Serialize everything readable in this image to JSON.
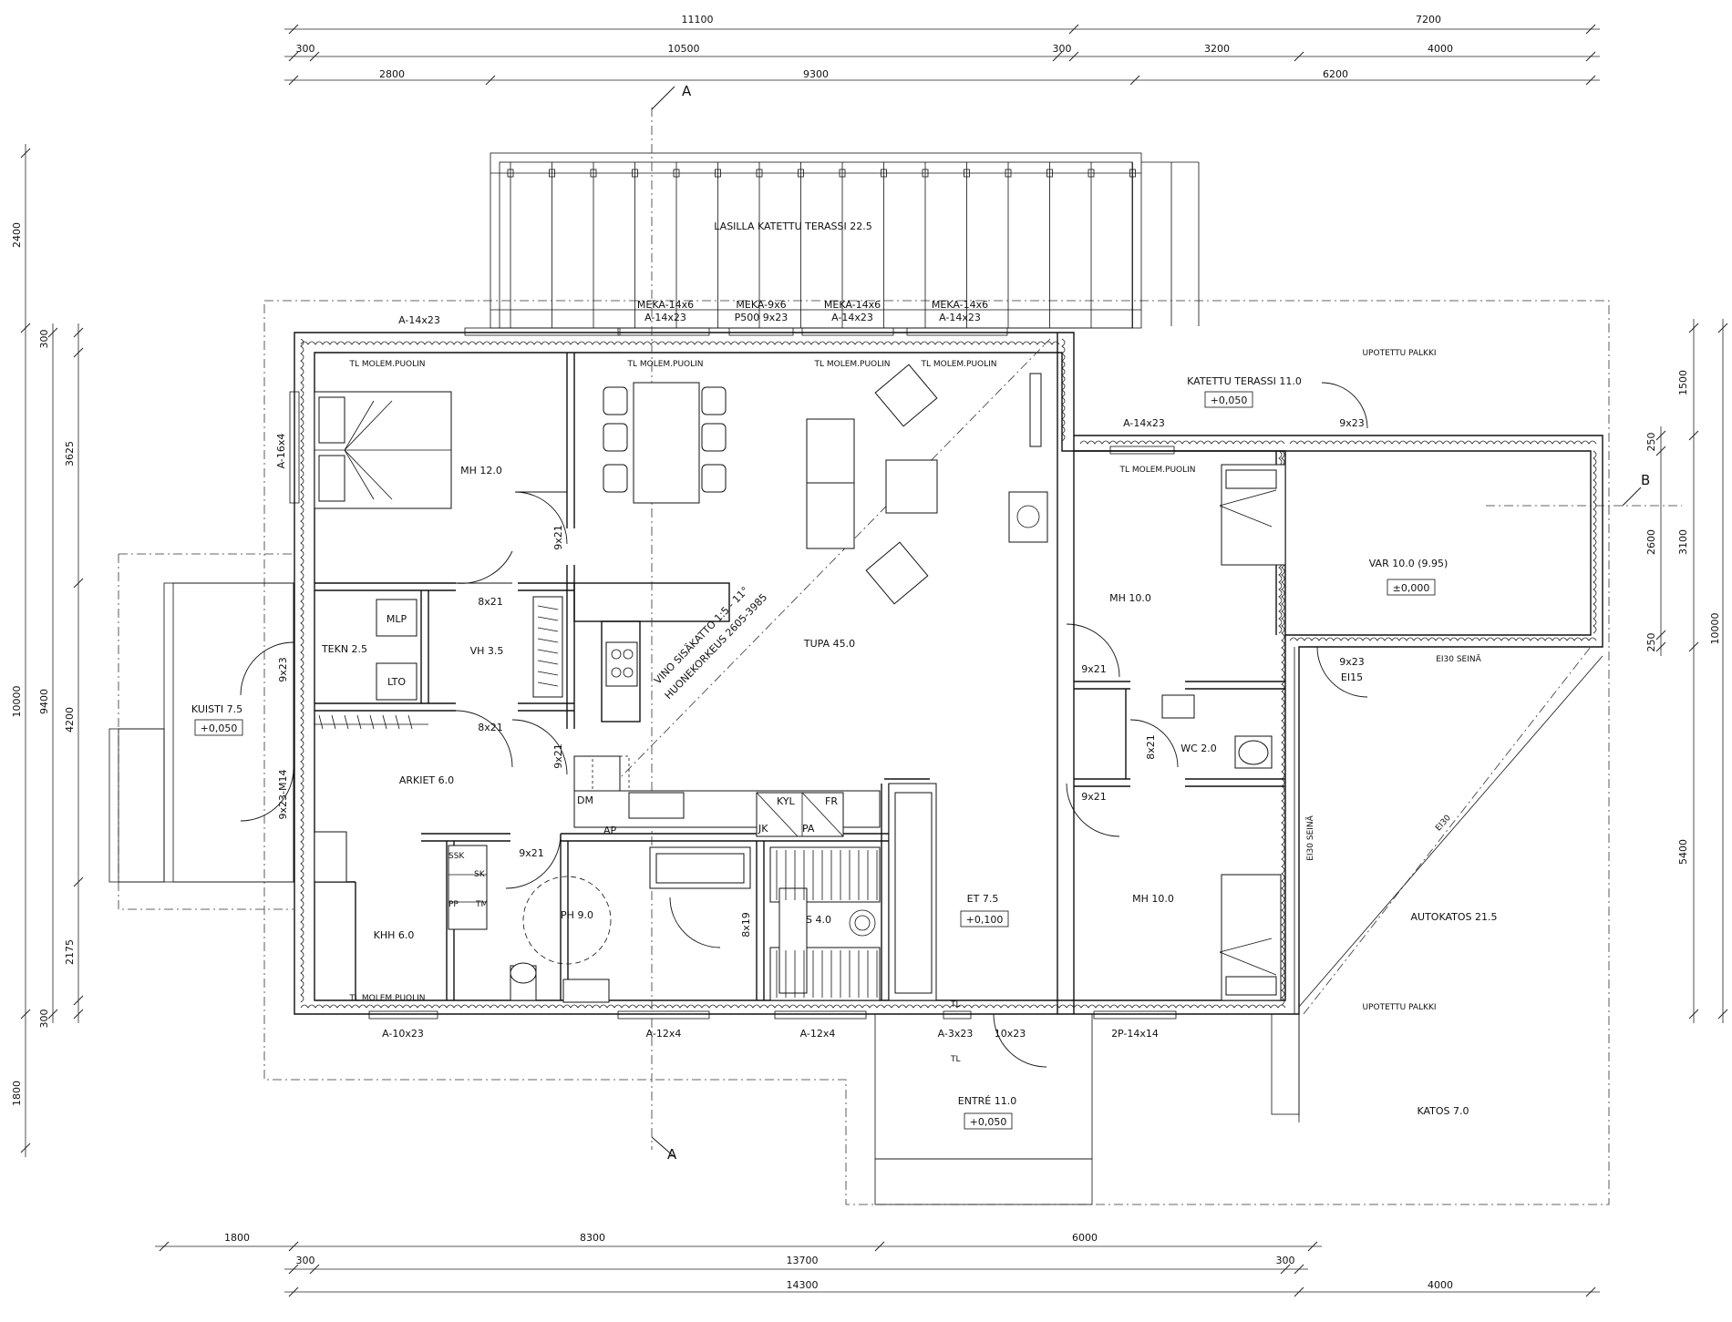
{
  "dimensions": {
    "top_row1": [
      "11100",
      "7200"
    ],
    "top_row2": [
      "300",
      "10500",
      "300",
      "3200",
      "4000"
    ],
    "top_row3": [
      "2800",
      "9300",
      "6200"
    ],
    "bottom_row1": [
      "1800",
      "8300",
      "6000"
    ],
    "bottom_row2": [
      "300",
      "13700",
      "300"
    ],
    "bottom_row3": [
      "14300",
      "4000"
    ],
    "left_outer": [
      "2400",
      "10000",
      "1800"
    ],
    "left_mid": [
      "9400"
    ],
    "left_inner": [
      "300",
      "3625",
      "4200",
      "2175",
      "300"
    ],
    "right_outer": [
      "10000"
    ],
    "right_inner": [
      "1500",
      "3100",
      "5400"
    ],
    "right_small": [
      "250",
      "2600",
      "250"
    ]
  },
  "section_markers": {
    "a_top": "A",
    "a_bottom": "A",
    "b_right": "B"
  },
  "rooms": {
    "terrace_glass": "LASILLA KATETTU TERASSI 22.5",
    "covered_terrace": "KATETTU TERASSI 11.0",
    "covered_terrace_level": "+0,050",
    "mh12": "MH 12.0",
    "tupa": "TUPA 45.0",
    "vh": "VH 3.5",
    "tekn": "TEKN 2.5",
    "kuisti": "KUISTI 7.5",
    "kuisti_level": "+0,050",
    "arkiet": "ARKIET 6.0",
    "khh": "KHH 6.0",
    "ph": "PH 9.0",
    "sauna": "S 4.0",
    "et": "ET 7.5",
    "et_level": "+0,100",
    "mh10_top": "MH 10.0",
    "mh10_bottom": "MH 10.0",
    "wc": "WC 2.0",
    "var": "VAR 10.0 (9.95)",
    "var_level": "±0,000",
    "autokatos": "AUTOKATOS 21.5",
    "entre": "ENTRÉ 11.0",
    "entre_level": "+0,050",
    "katos": "KATOS 7.0"
  },
  "equipment": {
    "mlp": "MLP",
    "lto": "LTO",
    "dm": "DM",
    "ap": "AP",
    "jk": "JK",
    "pa": "PA",
    "kyl": "KYL",
    "fr": "FR",
    "ssk": "SSK",
    "sk": "SK",
    "pp": "PP",
    "tm": "TM"
  },
  "labels": {
    "tl_1": "TL MOLEM.PUOLIN",
    "tl_2": "TL MOLEM.PUOLIN",
    "tl_3": "TL MOLEM.PUOLIN",
    "tl_4": "TL MOLEM.PUOLIN",
    "tl_5": "TL MOLEM.PUOLIN",
    "tl_6": "TL MOLEM.PUOLIN",
    "upotettu_top": "UPOTETTU PALKKI",
    "upotettu_bottom": "UPOTETTU PALKKI",
    "ei30_seina_h": "EI30 SEINÄ",
    "ei30_seina_v": "EI30 SEINÄ",
    "ei30": "EI30",
    "vino_line1": "VINO SISÄKATTO 1:5 - 11°",
    "vino_line2": "HUONEKORKEUS 2605-3985",
    "tl_small_a": "TL",
    "tl_small_b": "TL"
  },
  "windows": {
    "w_a14x23": "A-14x23",
    "w_meka1_a": "MEKA-14x6",
    "w_meka1_b": "A-14x23",
    "w_meka2_a": "MEKA-9x6",
    "w_meka2_b": "P500 9x23",
    "w_meka3_a": "MEKA-14x6",
    "w_meka3_b": "A-14x23",
    "w_meka4_a": "MEKA-14x6",
    "w_meka4_b": "A-14x23",
    "w_a16x4": "A-16x4",
    "w_a14x23_b": "A-14x23",
    "w_a10x23": "A-10x23",
    "w_a12x4_a": "A-12x4",
    "w_a12x4_b": "A-12x4",
    "w_a3x23": "A-3x23",
    "w_2p14x14": "2P-14x14"
  },
  "doors": {
    "d_9x21_a": "9x21",
    "d_8x21_a": "8x21",
    "d_8x21_b": "8x21",
    "d_9x21_b": "9x21",
    "d_9x21_c": "9x21",
    "d_9x23_a": "9x23",
    "d_9x23m14": "9x23-M14",
    "d_8x19": "8x19",
    "d_9x21_d": "9x21",
    "d_8x21_c": "8x21",
    "d_9x21_e": "9x21",
    "d_9x23_b": "9x23",
    "d_9x23_c": "9x23",
    "d_ei15": "EI15",
    "d_10x23": "10x23"
  }
}
